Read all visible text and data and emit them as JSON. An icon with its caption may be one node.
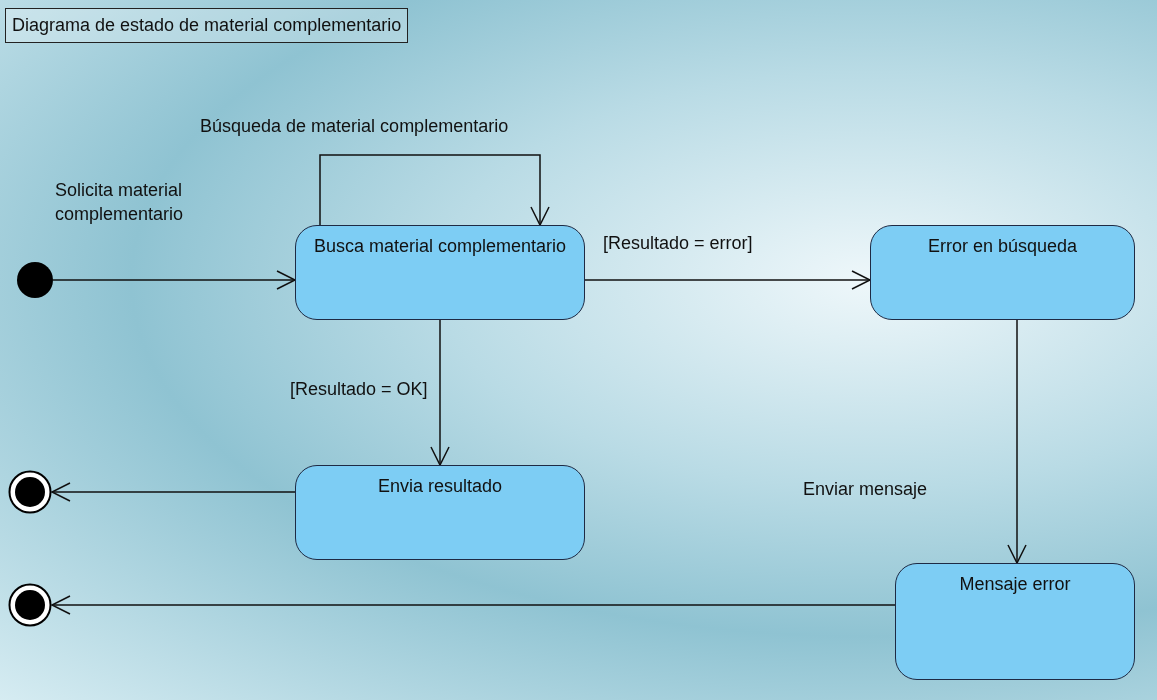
{
  "diagram": {
    "title": "Diagrama de estado de material complementario",
    "nodes": [
      {
        "text": [],
        "shape": "circle"
      },
      {
        "text": [
          "Busca material complementario"
        ]
      },
      {
        "text": [
          "Error en búsqueda"
        ]
      },
      {
        "text": [
          "Envia resultado"
        ]
      },
      {
        "text": [
          "Mensaje error"
        ]
      },
      {
        "text": [],
        "shape": "circle"
      },
      {
        "text": [],
        "shape": "circle"
      }
    ],
    "edges": [
      {
        "from": 0,
        "to": 1,
        "arrow": "to",
        "label": "Solicita material complementario"
      },
      {
        "from": 1,
        "to": 1,
        "arrow": "to",
        "label": "Búsqueda de material complementario"
      },
      {
        "from": 1,
        "to": 2,
        "arrow": "to",
        "label": "[Resultado = error]"
      },
      {
        "from": 1,
        "to": 3,
        "arrow": "to",
        "label": "[Resultado = OK]"
      },
      {
        "from": 2,
        "to": 4,
        "arrow": "to",
        "label": "Enviar mensaje"
      },
      {
        "from": 3,
        "to": 5,
        "arrow": "to"
      },
      {
        "from": 4,
        "to": 6,
        "arrow": "to"
      }
    ]
  }
}
